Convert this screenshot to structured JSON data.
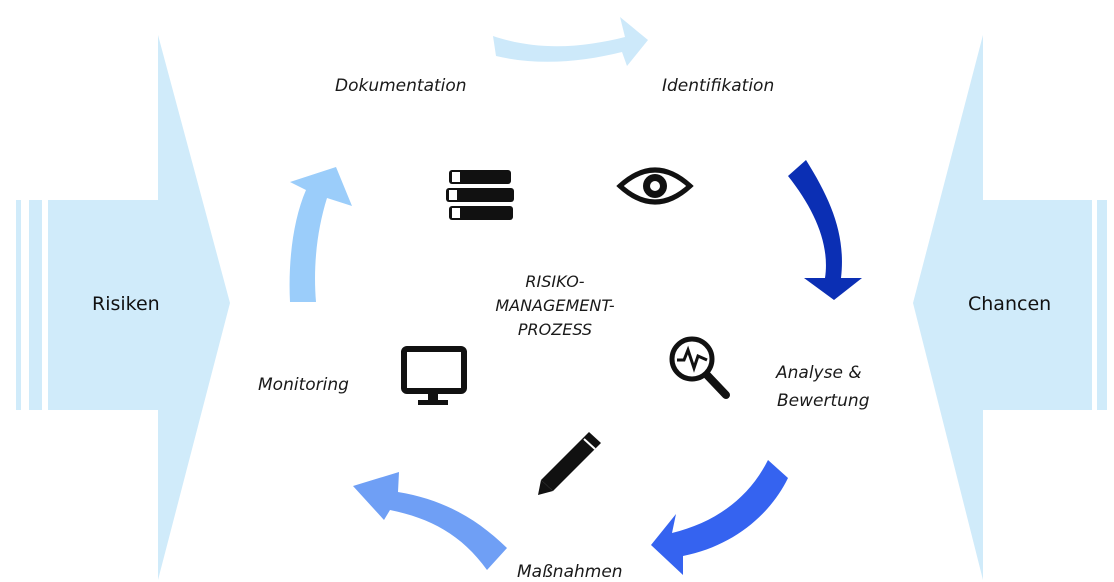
{
  "side_left": {
    "label": "Risiken"
  },
  "side_right": {
    "label": "Chancen"
  },
  "center": {
    "lines": [
      "RISIKO-",
      "MANAGEMENT-",
      "PROZESS"
    ]
  },
  "steps": {
    "dokumentation": "Dokumentation",
    "identifikation": "Identifikation",
    "analyse_line1": "Analyse &",
    "analyse_line2": "Bewertung",
    "massnahmen": "Maßnahmen",
    "monitoring": "Monitoring"
  },
  "icons": {
    "dokumentation": "books-icon",
    "identifikation": "eye-icon",
    "analyse": "magnifier-pulse-icon",
    "massnahmen": "pencil-icon",
    "monitoring": "monitor-icon"
  },
  "colors": {
    "side_fill": "#d0ebfa",
    "arrow_top": "#cde9fa",
    "arrow_right_top": "#0b2fb4",
    "arrow_right_bottom": "#3563f0",
    "arrow_bottom_left": "#6f9ff5",
    "arrow_left_up": "#9bcdfa"
  }
}
